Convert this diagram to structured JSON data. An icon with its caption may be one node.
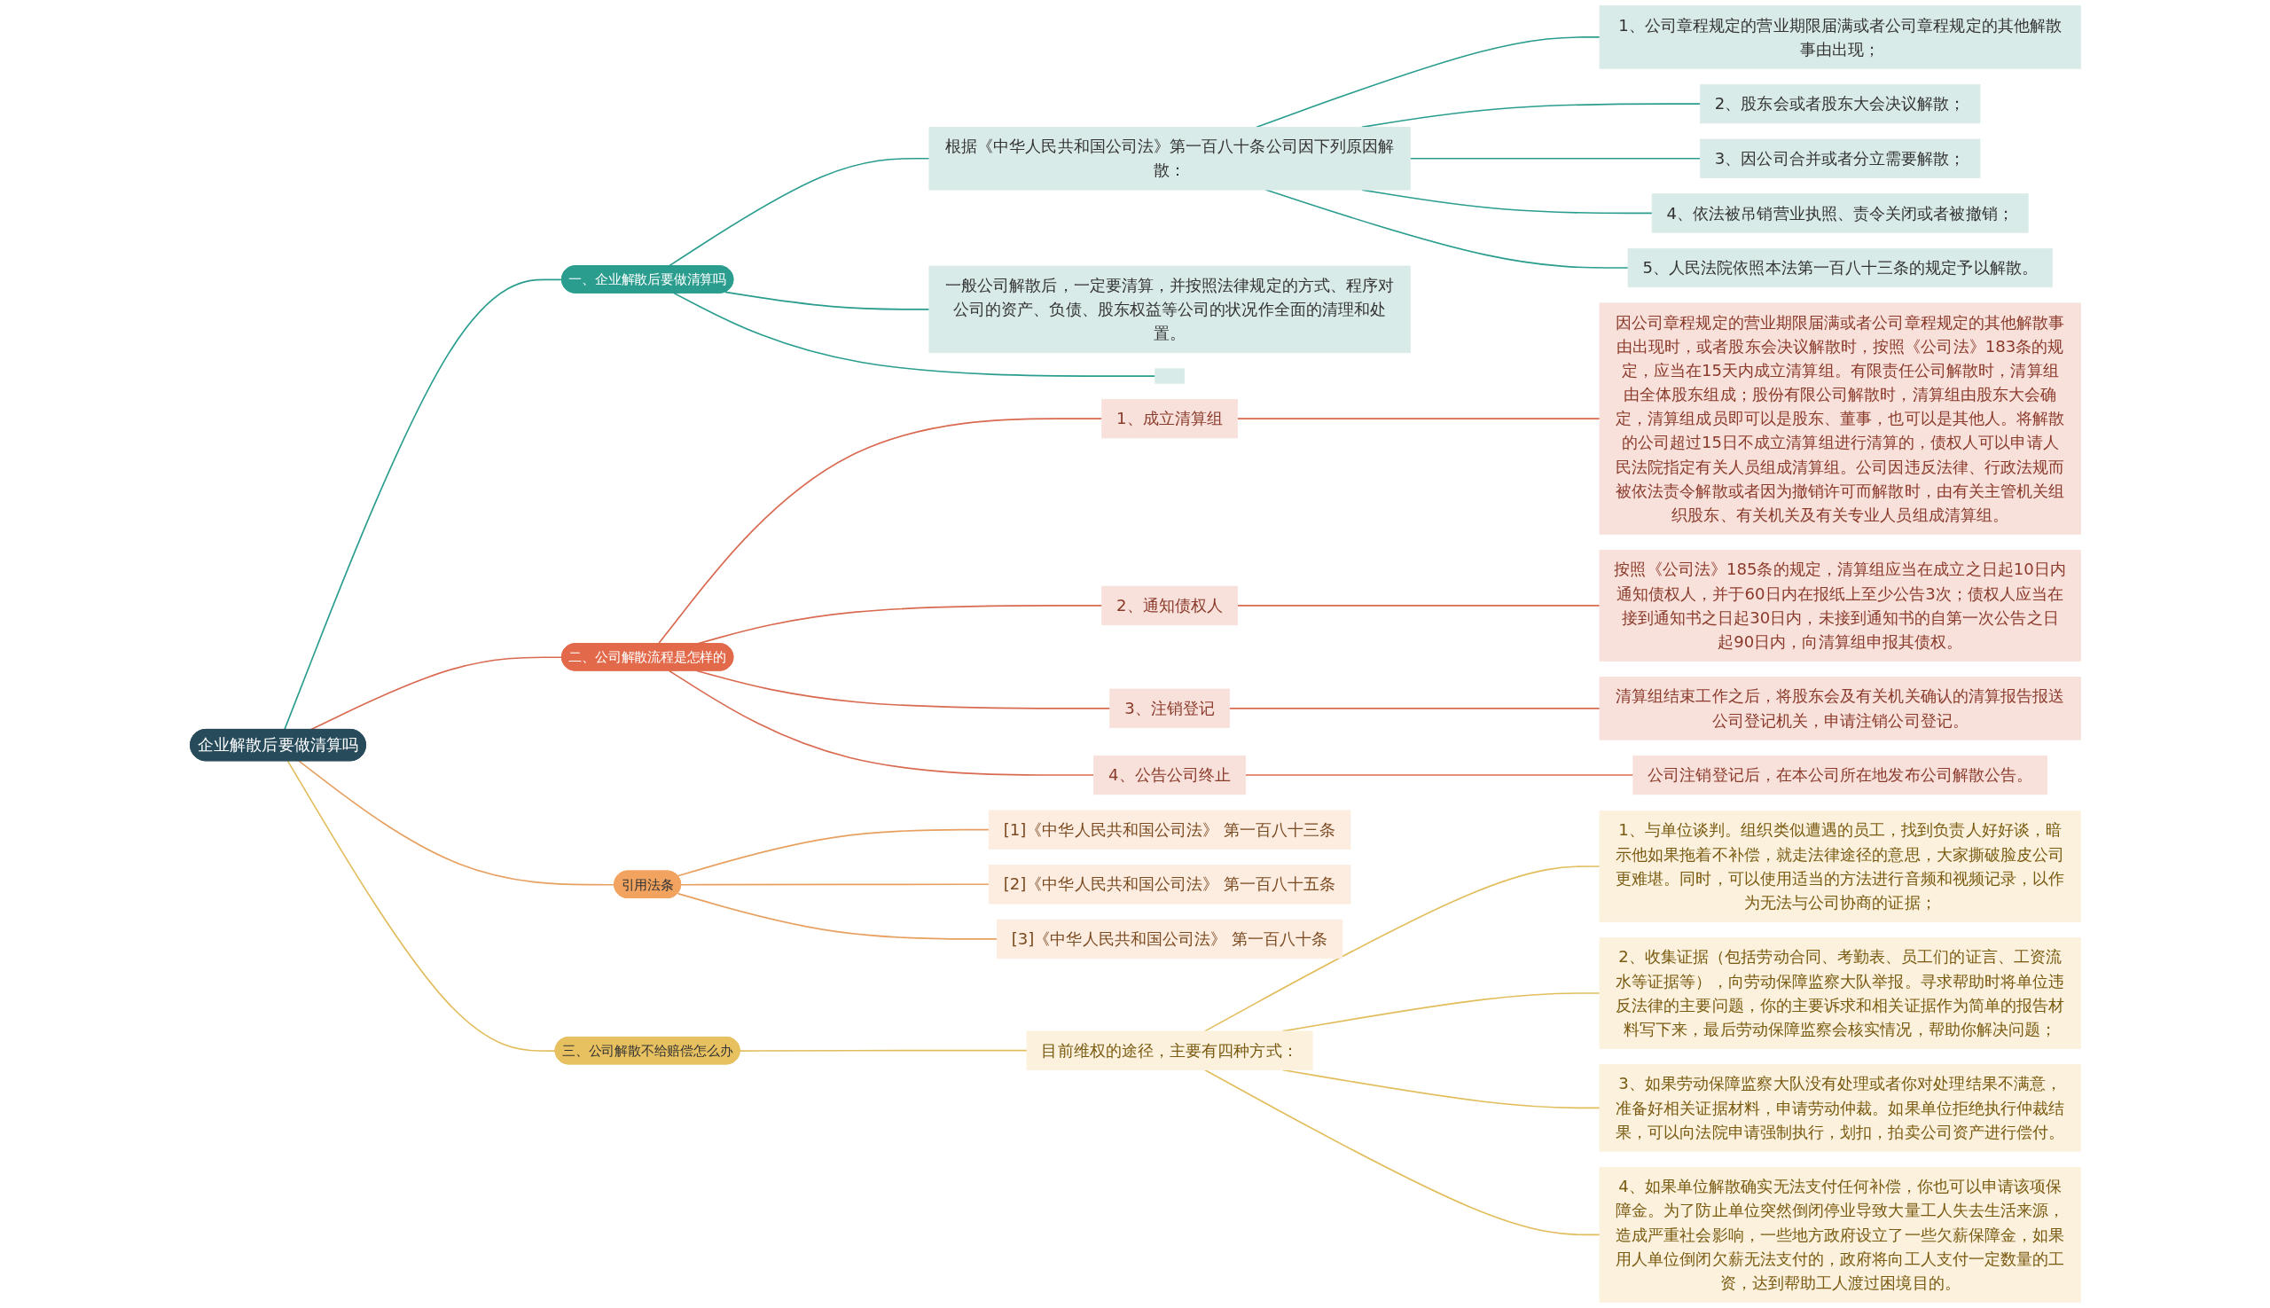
{
  "diagram": {
    "nodes": [
      {
        "text": [
          "企业解散后要做清算吗"
        ]
      },
      {
        "text": [
          "一、企业解散后要做清算吗"
        ]
      },
      {
        "text": [
          "一般公司解散后，一定要清算，并按照法律规定的方式、程序对公司的资产、负债、股东权益等公司的状况作全面的清理和处置。"
        ]
      },
      {
        "text": [
          "根据《中华人民共和国公司法》第一百八十条公司因下列原因解散："
        ]
      },
      {
        "text": [
          "1、公司章程规定的营业期限届满或者公司章程规定的其他解散事由出现；"
        ]
      },
      {
        "text": [
          "2、股东会或者股东大会决议解散；"
        ]
      },
      {
        "text": [
          "3、因公司合并或者分立需要解散；"
        ]
      },
      {
        "text": [
          "4、依法被吊销营业执照、责令关闭或者被撤销；"
        ]
      },
      {
        "text": [
          "5、人民法院依照本法第一百八十三条的规定予以解散。"
        ]
      },
      {
        "text": [],
        "shape": "box"
      },
      {
        "text": [
          "二、公司解散流程是怎样的"
        ]
      },
      {
        "text": [
          "1、成立清算组"
        ]
      },
      {
        "text": [
          "因公司章程规定的营业期限届满或者公司章程规定的其他解散事由出现时，或者股东会决议解散时，按照《公司法》183条的规定，应当在15天内成立清算组。有限责任公司解散时，清算组由全体股东组成；股份有限公司解散时，清算组由股东大会确定，清算组成员即可以是股东、董事，也可以是其他人。将解散的公司超过15日不成立清算组进行清算的，债权人可以申请人民法院指定有关人员组成清算组。公司因违反法律、行政法规而被依法责令解散或者因为撤销许可而解散时，由有关主管机关组织股东、有关机关及有关专业人员组成清算组。"
        ]
      },
      {
        "text": [
          "2、通知债权人"
        ]
      },
      {
        "text": [
          "按照《公司法》185条的规定，清算组应当在成立之日起10日内通知债权人，并于60日内在报纸上至少公告3次；债权人应当在接到通知书之日起30日内，未接到通知书的自第一次公告之日起90日内，向清算组申报其债权。"
        ]
      },
      {
        "text": [
          "3、注销登记"
        ]
      },
      {
        "text": [
          "清算组结束工作之后，将股东会及有关机关确认的清算报告报送公司登记机关，申请注销公司登记。"
        ]
      },
      {
        "text": [
          "4、公告公司终止"
        ]
      },
      {
        "text": [
          "公司注销登记后，在本公司所在地发布公司解散公告。"
        ]
      },
      {
        "text": [
          "引用法条"
        ]
      },
      {
        "text": [
          "[1]《中华人民共和国公司法》 第一百八十三条"
        ]
      },
      {
        "text": [
          "[2]《中华人民共和国公司法》 第一百八十五条"
        ]
      },
      {
        "text": [
          "[3]《中华人民共和国公司法》 第一百八十条"
        ]
      },
      {
        "text": [
          "三、公司解散不给赔偿怎么办"
        ]
      },
      {
        "text": [
          "目前维权的途径，主要有四种方式："
        ]
      },
      {
        "text": [
          "1、与单位谈判。组织类似遭遇的员工，找到负责人好好谈，暗示他如果拖着不补偿，就走法律途径的意思，大家撕破脸皮公司更难堪。同时，可以使用适当的方法进行音频和视频记录，以作为无法与公司协商的证据；"
        ]
      },
      {
        "text": [
          "2、收集证据（包括劳动合同、考勤表、员工们的证言、工资流水等证据等），向劳动保障监察大队举报。寻求帮助时将单位违反法律的主要问题，你的主要诉求和相关证据作为简单的报告材料写下来，最后劳动保障监察会核实情况，帮助你解决问题；"
        ]
      },
      {
        "text": [
          "3、如果劳动保障监察大队没有处理或者你对处理结果不满意，准备好相关证据材料，申请劳动仲裁。如果单位拒绝执行仲裁结果，可以向法院申请强制执行，划扣，拍卖公司资产进行偿付。"
        ]
      },
      {
        "text": [
          "4、如果单位解散确实无法支付任何补偿，你也可以申请该项保障金。为了防止单位突然倒闭停业导致大量工人失去生活来源，造成严重社会影响，一些地方政府设立了一些欠薪保障金，如果用人单位倒闭欠薪无法支付的，政府将向工人支付一定数量的工资，达到帮助工人渡过困境目的。"
        ]
      }
    ],
    "edges": [
      {
        "from": 0,
        "to": 1,
        "arrow": "none",
        "color": "#2a9d8f"
      },
      {
        "from": 1,
        "to": 2,
        "arrow": "none",
        "color": "#2a9d8f"
      },
      {
        "from": 1,
        "to": 3,
        "arrow": "none",
        "color": "#2a9d8f"
      },
      {
        "from": 3,
        "to": 4,
        "arrow": "none",
        "color": "#2a9d8f"
      },
      {
        "from": 3,
        "to": 5,
        "arrow": "none",
        "color": "#2a9d8f"
      },
      {
        "from": 3,
        "to": 6,
        "arrow": "none",
        "color": "#2a9d8f"
      },
      {
        "from": 3,
        "to": 7,
        "arrow": "none",
        "color": "#2a9d8f"
      },
      {
        "from": 3,
        "to": 8,
        "arrow": "none",
        "color": "#2a9d8f"
      },
      {
        "from": 1,
        "to": 9,
        "arrow": "none",
        "color": "#2a9d8f"
      },
      {
        "from": 0,
        "to": 10,
        "arrow": "none",
        "color": "#d9694f"
      },
      {
        "from": 10,
        "to": 11,
        "arrow": "none",
        "color": "#d9694f"
      },
      {
        "from": 11,
        "to": 12,
        "arrow": "none",
        "color": "#d9694f"
      },
      {
        "from": 10,
        "to": 13,
        "arrow": "none",
        "color": "#d9694f"
      },
      {
        "from": 13,
        "to": 14,
        "arrow": "none",
        "color": "#d9694f"
      },
      {
        "from": 10,
        "to": 15,
        "arrow": "none",
        "color": "#d9694f"
      },
      {
        "from": 15,
        "to": 16,
        "arrow": "none",
        "color": "#d9694f"
      },
      {
        "from": 10,
        "to": 17,
        "arrow": "none",
        "color": "#d9694f"
      },
      {
        "from": 17,
        "to": 18,
        "arrow": "none",
        "color": "#d9694f"
      },
      {
        "from": 0,
        "to": 19,
        "arrow": "none",
        "color": "#e8a060"
      },
      {
        "from": 19,
        "to": 20,
        "arrow": "none",
        "color": "#e8a060"
      },
      {
        "from": 19,
        "to": 21,
        "arrow": "none",
        "color": "#e8a060"
      },
      {
        "from": 19,
        "to": 22,
        "arrow": "none",
        "color": "#e8a060"
      },
      {
        "from": 0,
        "to": 23,
        "arrow": "none",
        "color": "#e2bd5c"
      },
      {
        "from": 23,
        "to": 24,
        "arrow": "none",
        "color": "#e2bd5c"
      },
      {
        "from": 24,
        "to": 25,
        "arrow": "none",
        "color": "#e2bd5c"
      },
      {
        "from": 24,
        "to": 26,
        "arrow": "none",
        "color": "#e2bd5c"
      },
      {
        "from": 24,
        "to": 27,
        "arrow": "none",
        "color": "#e2bd5c"
      },
      {
        "from": 24,
        "to": 28,
        "arrow": "none",
        "color": "#e2bd5c"
      }
    ]
  }
}
